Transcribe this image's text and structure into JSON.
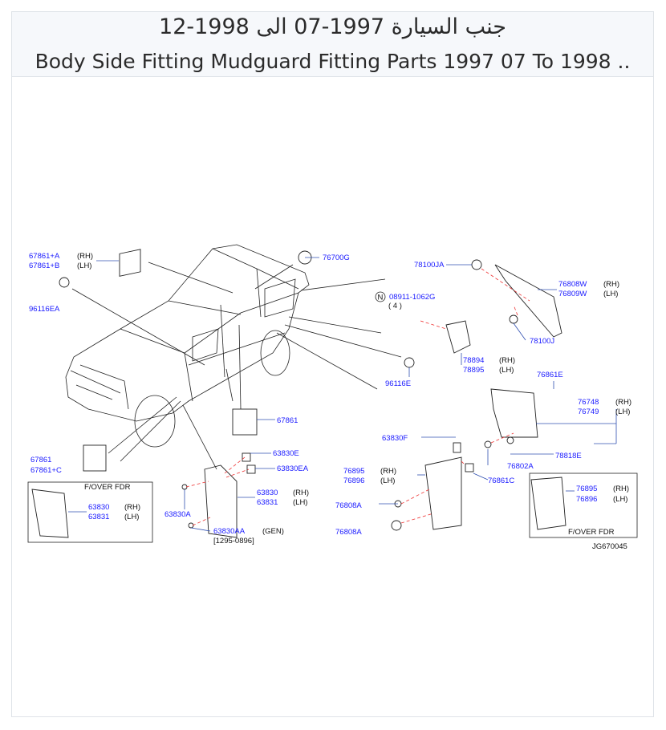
{
  "title": {
    "arabic": "جنب السيارة 1997-07 الى 1998-12",
    "english": "Body Side Fitting Mudguard Fitting Parts 1997 07 To 1998 .."
  },
  "labels": {
    "p67861A": "67861+A",
    "p67861B": "67861+B",
    "rh": "(RH)",
    "lh": "(LH)",
    "gen": "(GEN)",
    "p96116EA": "96116EA",
    "p76700G": "76700G",
    "p78100JA": "78100JA",
    "pN": "N",
    "p08911": "08911-1062G",
    "p4": "( 4 )",
    "p76808W": "76808W",
    "p76809W": "76809W",
    "p78100J": "78100J",
    "p78894": "78894",
    "p78895": "78895",
    "p96116E": "96116E",
    "p76861E": "76861E",
    "p76748": "76748",
    "p76749": "76749",
    "p67861": "67861",
    "p63830E": "63830E",
    "p63830EA": "63830EA",
    "p63830F": "63830F",
    "p67861C": "67861+C",
    "fover": "F/OVER   FDR",
    "p63830": "63830",
    "p63831": "63831",
    "p63830A": "63830A",
    "p63830AA": "63830AA",
    "range": "[1295-0896]",
    "p76895": "76895",
    "p76896": "76896",
    "p76808A": "76808A",
    "p76802A": "76802A",
    "p78818E": "78818E",
    "p76861C": "76861C",
    "fover2": "F/OVER   FDR",
    "code": "JG670045"
  }
}
